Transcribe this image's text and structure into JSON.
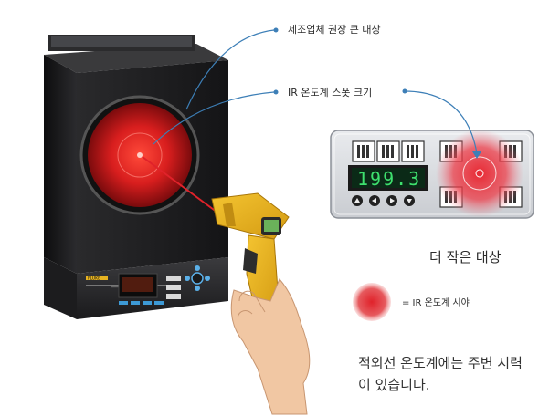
{
  "labels": {
    "recommended_size": "제조업체 권장 큰 대상",
    "ir_spot_size": "IR 온도계 스폿 크기",
    "smaller_target": "더 작은 대상",
    "legend_fov": "= IR 온도계 시야",
    "caption": "적외선 온도계에는 주변 시력이 있습니다."
  },
  "calibrator": {
    "brand": "FLUKE"
  },
  "display_panel": {
    "readout": "199.3"
  },
  "colors": {
    "accent_blue": "#3d7fb7",
    "ir_red": "#e0222a",
    "housing_dark": "#1d1d1f",
    "gun_yellow": "#e7b321"
  }
}
